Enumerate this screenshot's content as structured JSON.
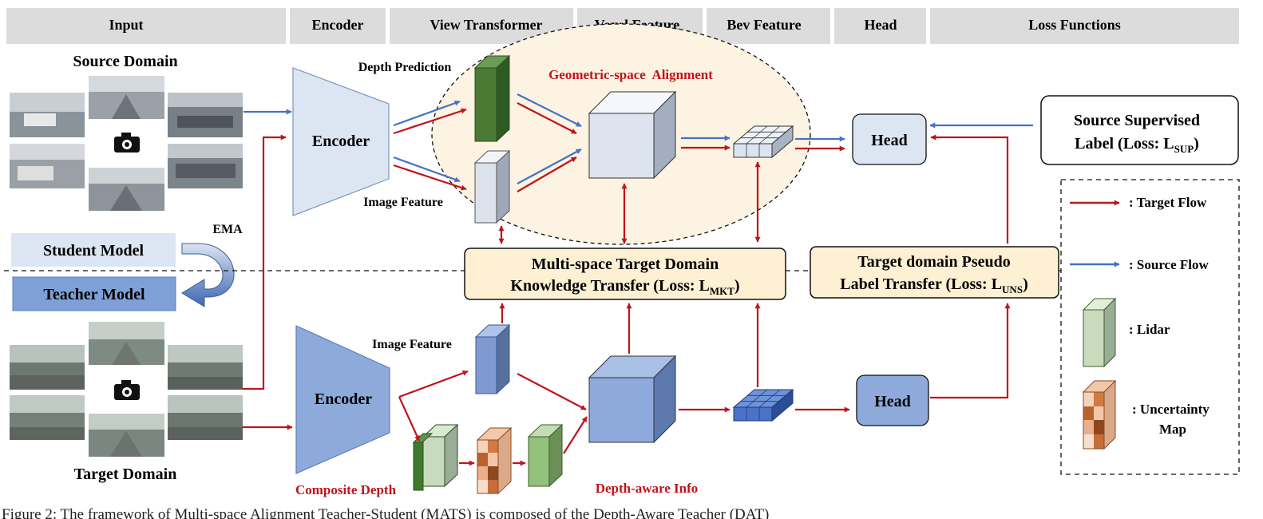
{
  "headers": [
    "Input",
    "Encoder",
    "View Transformer",
    "Voxel Feature",
    "Bev Feature",
    "Head",
    "Loss Functions"
  ],
  "labels": {
    "source_domain": "Source Domain",
    "target_domain": "Target Domain",
    "ema": "EMA",
    "student_model": "Student Model",
    "teacher_model": "Teacher Model",
    "encoder": "Encoder",
    "depth_prediction": "Depth Prediction",
    "image_feature": "Image Feature",
    "geo_alignment": "Geometric-space  Alignment",
    "head": "Head",
    "composite_depth": "Composite Depth",
    "depth_aware": "Depth-aware Info",
    "source_label_line1": "Source Supervised",
    "source_label_line2": "Label (Loss: L",
    "source_label_sub": "SUP",
    "mkt_line1": "Multi-space Target Domain",
    "mkt_line2": "Knowledge Transfer (Loss: L",
    "mkt_sub": "MKT",
    "pseudo_line1": "Target domain Pseudo",
    "pseudo_line2": "Label Transfer (Loss: L",
    "pseudo_sub": "UNS",
    "close_paren": ")"
  },
  "legend": {
    "target_flow": ": Target Flow",
    "source_flow": ": Source Flow",
    "lidar": ": Lidar",
    "uncertainty_line1": ": Uncertainty",
    "uncertainty_line2": "Map"
  },
  "caption": "Figure 2: The framework of Multi-space Alignment Teacher-Student (MATS) is composed of the Depth-Aware Teacher (DAT)"
}
